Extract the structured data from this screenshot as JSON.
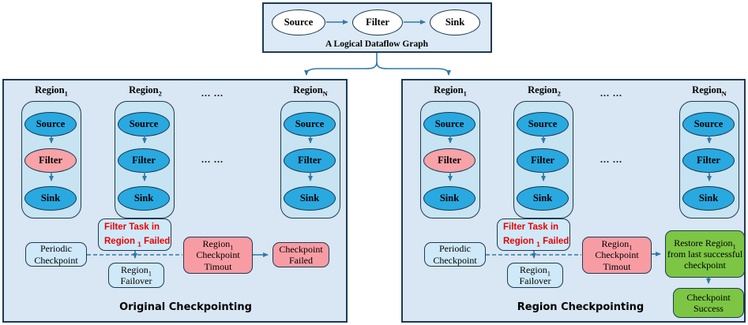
{
  "colors": {
    "node_blue": "#29a9e0",
    "node_fail_pink": "#f7a3a8",
    "box_light_blue": "#cfe9f8",
    "box_fail_pink": "#f89ca4",
    "box_success_green": "#7cc644",
    "panel_bg": "#d9e6f3",
    "region_bg": "#c8e3f2",
    "border_dark": "#1e3a52",
    "arrow_blue": "#2f79a6",
    "alert_text_red": "#e90000"
  },
  "logical_graph": {
    "caption": "A Logical Dataflow Graph",
    "nodes": [
      "Source",
      "Filter",
      "Sink"
    ]
  },
  "panels": [
    {
      "caption": "Original Checkpointing",
      "ellipsis_top": "... ...",
      "ellipsis_mid": "... ...",
      "regions": [
        {
          "label": [
            {
              "t": "Region"
            },
            {
              "s": "1"
            }
          ],
          "nodes": [
            {
              "label": "Source",
              "color": "blue"
            },
            {
              "label": "Filter",
              "color": "pink"
            },
            {
              "label": "Sink",
              "color": "blue"
            }
          ]
        },
        {
          "label": [
            {
              "t": "Region"
            },
            {
              "s": "2"
            }
          ],
          "nodes": [
            {
              "label": "Source",
              "color": "blue"
            },
            {
              "label": "Filter",
              "color": "blue"
            },
            {
              "label": "Sink",
              "color": "blue"
            }
          ]
        },
        {
          "label": [
            {
              "t": "Region"
            },
            {
              "s": "N"
            }
          ],
          "nodes": [
            {
              "label": "Source",
              "color": "blue"
            },
            {
              "label": "Filter",
              "color": "blue"
            },
            {
              "label": "Sink",
              "color": "blue"
            }
          ]
        }
      ],
      "flow": {
        "periodic_checkpoint": [
          [
            {
              "t": "Periodic"
            }
          ],
          [
            {
              "t": "Checkpoint"
            }
          ]
        ],
        "task_failed": [
          [
            {
              "t": "Filter Task in"
            }
          ],
          [
            {
              "t": "Region "
            },
            {
              "s": "1"
            },
            {
              "t": " Failed"
            }
          ]
        ],
        "failover": [
          [
            {
              "t": "Region"
            },
            {
              "s": "1"
            }
          ],
          [
            {
              "t": "Failover"
            }
          ]
        ],
        "checkpoint_timeout": [
          [
            {
              "t": "Region"
            },
            {
              "s": "1"
            }
          ],
          [
            {
              "t": "Checkpoint"
            }
          ],
          [
            {
              "t": "Timout"
            }
          ]
        ],
        "checkpoint_failed": [
          [
            {
              "t": "Checkpoint"
            }
          ],
          [
            {
              "t": "Failed"
            }
          ]
        ]
      }
    },
    {
      "caption": "Region Checkpointing",
      "ellipsis_top": "... ...",
      "ellipsis_mid": "... ...",
      "regions": [
        {
          "label": [
            {
              "t": "Region"
            },
            {
              "s": "1"
            }
          ],
          "nodes": [
            {
              "label": "Source",
              "color": "blue"
            },
            {
              "label": "Filter",
              "color": "pink"
            },
            {
              "label": "Sink",
              "color": "blue"
            }
          ]
        },
        {
          "label": [
            {
              "t": "Region"
            },
            {
              "s": "2"
            }
          ],
          "nodes": [
            {
              "label": "Source",
              "color": "blue"
            },
            {
              "label": "Filter",
              "color": "blue"
            },
            {
              "label": "Sink",
              "color": "blue"
            }
          ]
        },
        {
          "label": [
            {
              "t": "Region"
            },
            {
              "s": "N"
            }
          ],
          "nodes": [
            {
              "label": "Source",
              "color": "blue"
            },
            {
              "label": "Filter",
              "color": "blue"
            },
            {
              "label": "Sink",
              "color": "blue"
            }
          ]
        }
      ],
      "flow": {
        "periodic_checkpoint": [
          [
            {
              "t": "Periodic"
            }
          ],
          [
            {
              "t": "Checkpoint"
            }
          ]
        ],
        "task_failed": [
          [
            {
              "t": "Filter Task in"
            }
          ],
          [
            {
              "t": "Region "
            },
            {
              "s": "1"
            },
            {
              "t": " Failed"
            }
          ]
        ],
        "failover": [
          [
            {
              "t": "Region"
            },
            {
              "s": "1"
            }
          ],
          [
            {
              "t": "Failover"
            }
          ]
        ],
        "checkpoint_timeout": [
          [
            {
              "t": "Region"
            },
            {
              "s": "1"
            }
          ],
          [
            {
              "t": "Checkpoint"
            }
          ],
          [
            {
              "t": "Timout"
            }
          ]
        ],
        "restore": [
          [
            {
              "t": "Restore Region"
            },
            {
              "s": "1"
            }
          ],
          [
            {
              "t": "from last successful"
            }
          ],
          [
            {
              "t": "checkpoint"
            }
          ]
        ],
        "checkpoint_success": [
          [
            {
              "t": "Checkpoint"
            }
          ],
          [
            {
              "t": "Success"
            }
          ]
        ]
      }
    }
  ]
}
